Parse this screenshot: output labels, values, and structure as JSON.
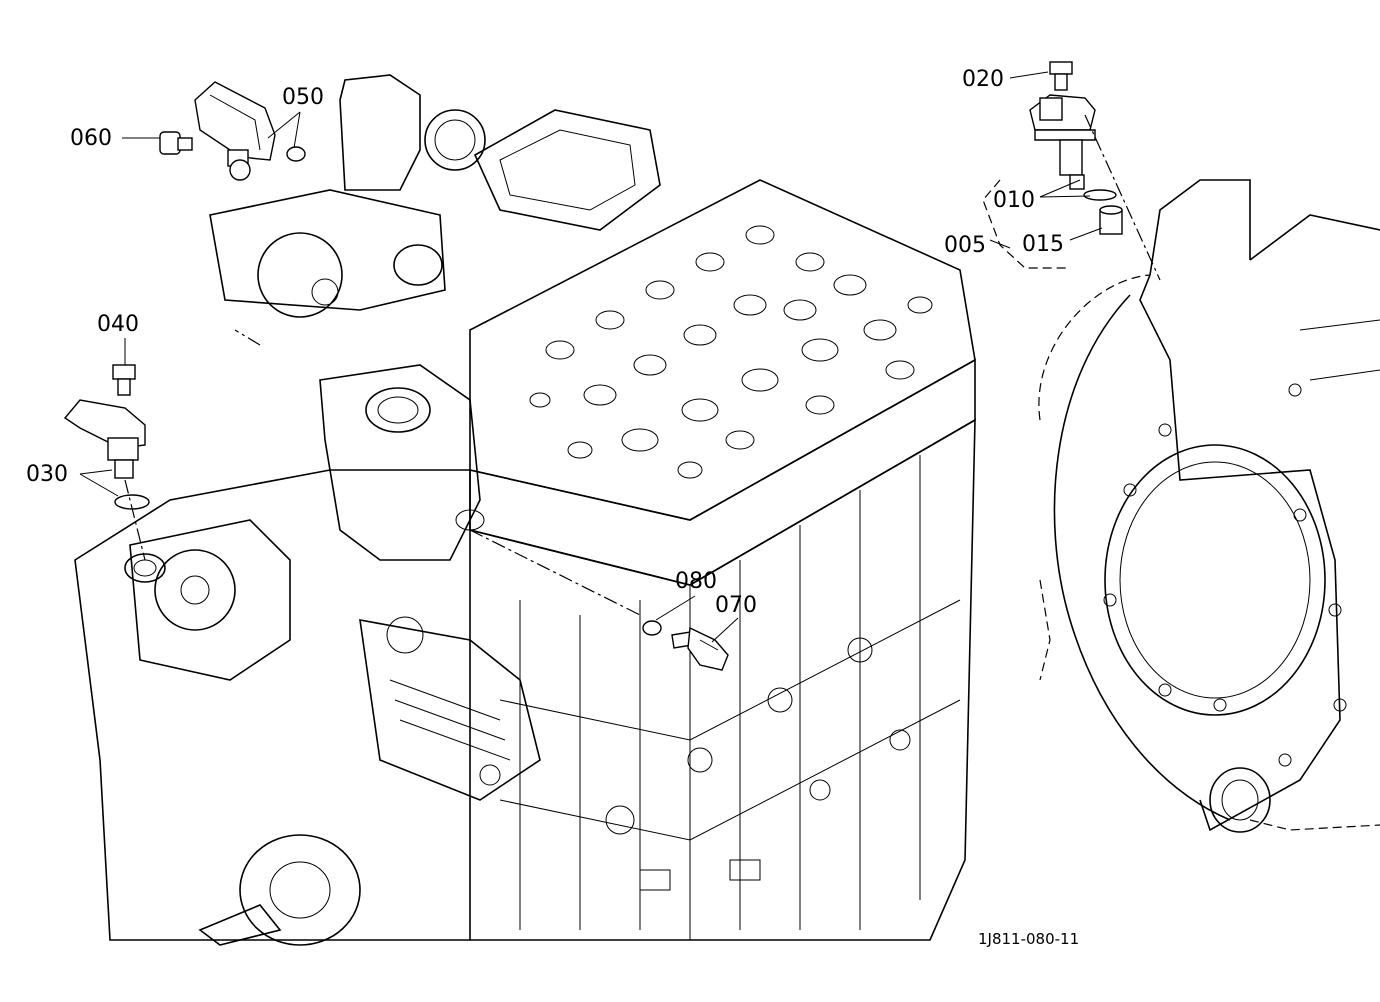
{
  "callouts": {
    "c005": "005",
    "c010": "010",
    "c015": "015",
    "c020": "020",
    "c030": "030",
    "c040": "040",
    "c050": "050",
    "c060": "060",
    "c070": "070",
    "c080": "080"
  },
  "drawing_id": "1J811-080-11"
}
